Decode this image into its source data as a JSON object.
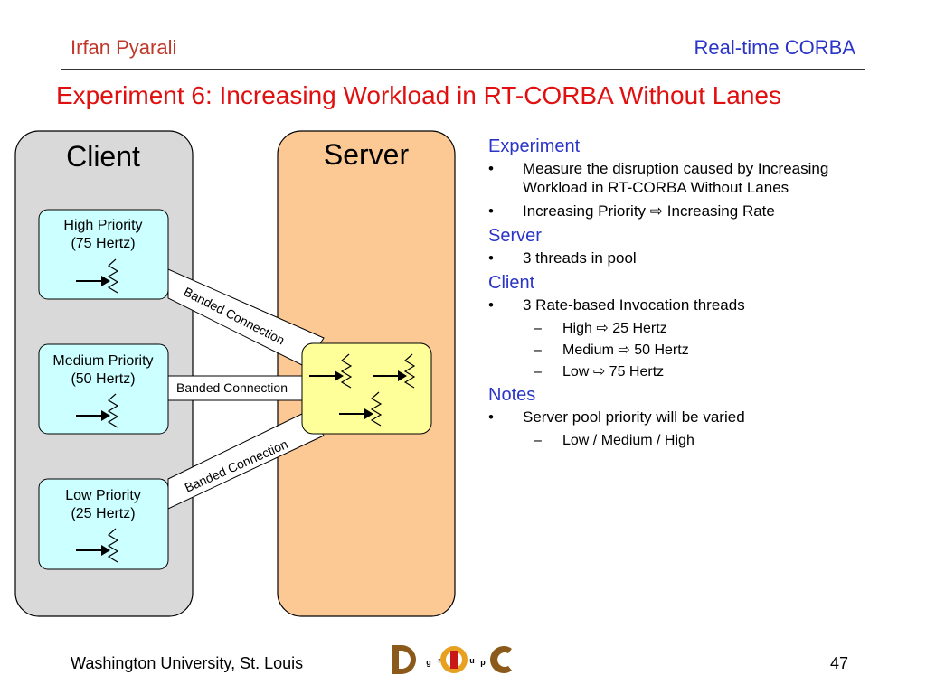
{
  "header": {
    "author": "Irfan Pyarali",
    "topic": "Real-time CORBA"
  },
  "title": "Experiment 6: Increasing Workload in RT-CORBA Without Lanes",
  "diagram": {
    "client_label": "Client",
    "server_label": "Server",
    "high": {
      "line1": "High Priority",
      "line2": "(75 Hertz)"
    },
    "medium": {
      "line1": "Medium Priority",
      "line2": "(50 Hertz)"
    },
    "low": {
      "line1": "Low Priority",
      "line2": "(25 Hertz)"
    },
    "connection_label": "Banded Connection",
    "colors": {
      "client_panel": "#d9d9d9",
      "server_panel": "#fcc994",
      "thread_box": "#ccffff",
      "pool_box": "#ffff99"
    }
  },
  "sections": {
    "experiment": {
      "heading": "Experiment",
      "bullet1": "Measure the disruption caused by Increasing Workload in RT-CORBA Without Lanes",
      "bullet2_pre": "Increasing Priority",
      "bullet2_post": "Increasing Rate"
    },
    "server": {
      "heading": "Server",
      "bullet1": "3 threads in pool"
    },
    "client": {
      "heading": "Client",
      "bullet1": "3 Rate-based Invocation threads",
      "sub": [
        {
          "pre": "High",
          "post": "25 Hertz"
        },
        {
          "pre": "Medium",
          "post": "50 Hertz"
        },
        {
          "pre": "Low",
          "post": "75 Hertz"
        }
      ]
    },
    "notes": {
      "heading": "Notes",
      "bullet1": "Server pool priority will be varied",
      "sub1": "Low / Medium / High"
    }
  },
  "footer": {
    "institution": "Washington University, St. Louis",
    "page": "47"
  },
  "logo": {
    "letters": [
      "D",
      "g",
      "r",
      "O",
      "u",
      "p",
      "C"
    ],
    "colors": {
      "brown": "#8b5a1a",
      "red": "#c81818",
      "gold": "#e8a020"
    }
  }
}
